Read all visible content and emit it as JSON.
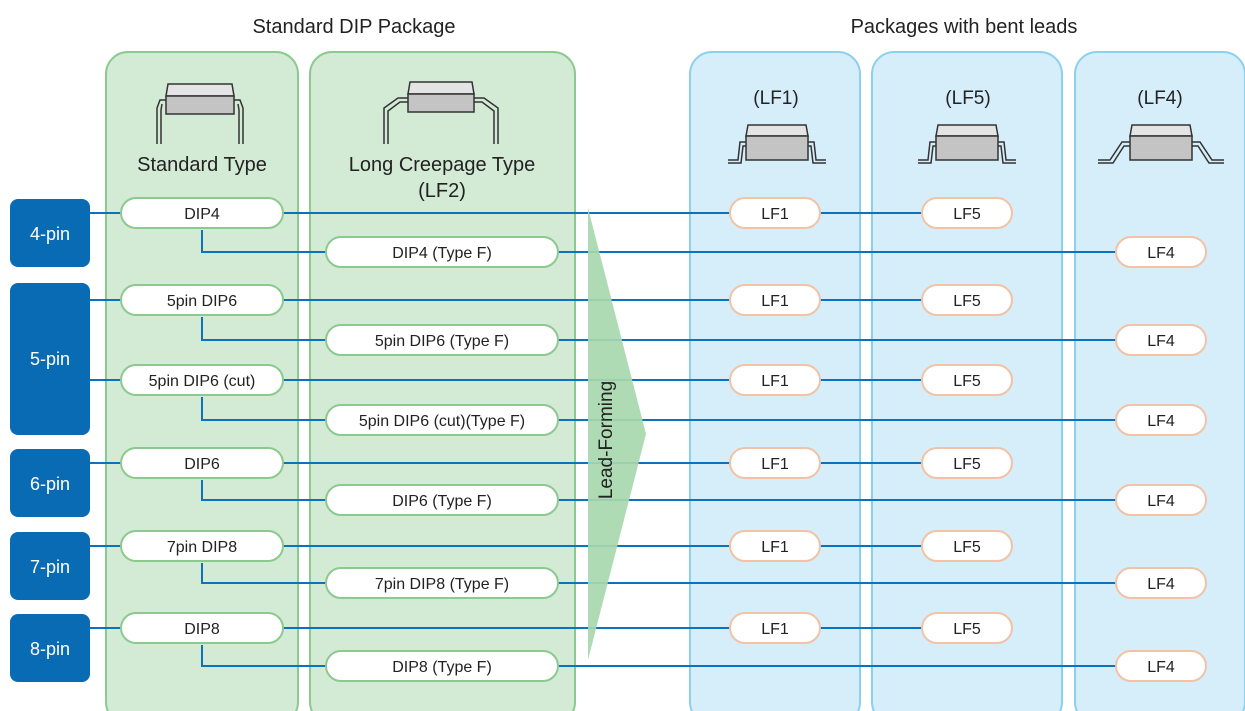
{
  "headings": {
    "standard": "Standard DIP Package",
    "bent": "Packages with bent leads"
  },
  "columns": {
    "standard_type": "Standard Type",
    "long_creepage_line1": "Long Creepage Type",
    "long_creepage_line2": "(LF2)",
    "lf1": "(LF1)",
    "lf5": "(LF5)",
    "lf4": "(LF4)"
  },
  "arrow_label": "Lead-Forming",
  "pin_groups": [
    {
      "label": "4-pin"
    },
    {
      "label": "5-pin"
    },
    {
      "label": "6-pin"
    },
    {
      "label": "7-pin"
    },
    {
      "label": "8-pin"
    }
  ],
  "rows": [
    {
      "standard": "DIP4",
      "lf1": "LF1",
      "lf5": "LF5",
      "typeF": "DIP4 (Type F)",
      "lf4": "LF4"
    },
    {
      "standard": "5pin DIP6",
      "lf1": "LF1",
      "lf5": "LF5",
      "typeF": "5pin DIP6 (Type F)",
      "lf4": "LF4"
    },
    {
      "standard": "5pin DIP6 (cut)",
      "lf1": "LF1",
      "lf5": "LF5",
      "typeF": "5pin DIP6 (cut)(Type F)",
      "lf4": "LF4"
    },
    {
      "standard": "DIP6",
      "lf1": "LF1",
      "lf5": "LF5",
      "typeF": "DIP6 (Type F)",
      "lf4": "LF4"
    },
    {
      "standard": "7pin DIP8",
      "lf1": "LF1",
      "lf5": "LF5",
      "typeF": "7pin DIP8 (Type F)",
      "lf4": "LF4"
    },
    {
      "standard": "DIP8",
      "lf1": "LF1",
      "lf5": "LF5",
      "typeF": "DIP8 (Type F)",
      "lf4": "LF4"
    }
  ],
  "colors": {
    "green_panel": "#d3ead5",
    "green_border": "#8cc98f",
    "blue_panel": "#d6eefa",
    "blue_border": "#8dd0ee",
    "pin_tab": "#0a6bb5",
    "line": "#0b72bd",
    "arrow": "#a7d8ad",
    "lf_border": "#f2c2a6"
  }
}
